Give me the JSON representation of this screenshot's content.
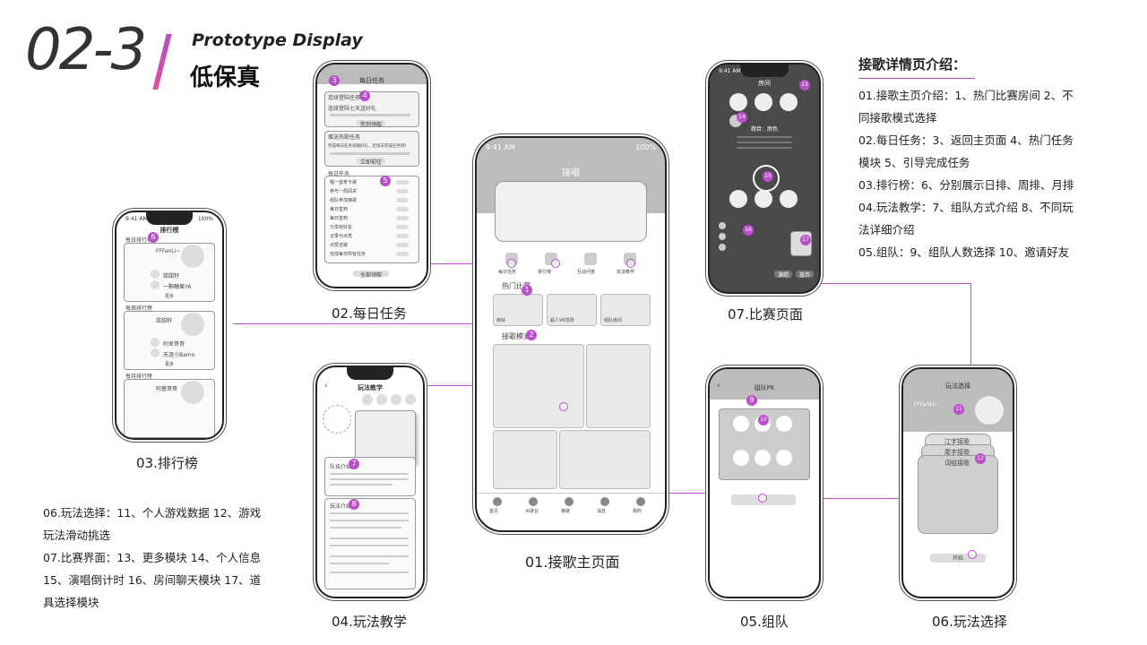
{
  "header": {
    "number": "02-3",
    "title_en": "Prototype Display",
    "title_cn": "低保真"
  },
  "captions": {
    "main": "01.接歌主页面",
    "daily": "02.每日任务",
    "rank": "03.排行榜",
    "tutorial": "04.玩法教学",
    "team": "05.组队",
    "select": "06.玩法选择",
    "match": "07.比赛页面"
  },
  "notes_right": {
    "title": "接歌详情页介绍：",
    "lines": [
      "01.接歌主页介绍：1、热门比赛房间 2、不",
      "同接歌模式选择",
      "02.每日任务：3、返回主页面 4、热门任务",
      "模块 5、引导完成任务",
      "03.排行榜：6、分别展示日排、周排、月排",
      "04.玩法教学：7、组队方式介绍 8、不同玩",
      "法详细介绍",
      "05.组队：9、组队人数选择 10、邀请好友"
    ]
  },
  "notes_left": {
    "lines": [
      "06.玩法选择：11、个人游戏数据 12、游戏",
      "玩法滑动挑选",
      "07.比赛界面：13、更多模块 14、个人信息",
      "15、演唱倒计时 16、房间聊天模块 17、道",
      "具选择模块"
    ]
  },
  "main_phone": {
    "time": "9:41 AM",
    "battery": "100%",
    "title": "接唱",
    "icons": [
      "每日任务",
      "排行榜",
      "互动问答",
      "玩法教学"
    ],
    "hot_label": "热门比赛",
    "rooms": [
      "房好",
      "超人VK现场",
      "组队房间"
    ],
    "mode_label": "接歌模式",
    "tabs": [
      "首页",
      "点歌台",
      "接歌",
      "消息",
      "我的"
    ]
  },
  "daily_phone": {
    "title": "每日任务",
    "task_header": "连续登陆任务",
    "task_desc": "连续登陆七天送好礼",
    "task_btn": "签到领取",
    "hot_header": "赠送热歌任务",
    "hot_desc": "完成每日任务领取好礼，赶快去完成任务吧！",
    "hot_btn": "立即前往",
    "list_title": "每日任务",
    "tasks": [
      "唱一首拿卡歌",
      "参与一局闯关",
      "组队参加接歌",
      "每日签到",
      "每日签到",
      "分享给好友",
      "记录与点亮",
      "点赞送歌",
      "完成每日所有任务"
    ],
    "footer_btn": "全部领取"
  },
  "rank_phone": {
    "time": "9:41 AM",
    "battery": "100%",
    "title": "排行榜",
    "sections": [
      "每日排行榜",
      "每周排行榜",
      "每月排行榜"
    ],
    "top_names": [
      "FFFanLi~",
      "甜甜籽",
      "阿基哥哥"
    ],
    "names": [
      "甜甜籽",
      "一颗糖果YA",
      "阿呆哥哥",
      "天涯小Bamo"
    ],
    "more": "更多"
  },
  "tutorial_phone": {
    "title": "玩法教学",
    "team_title": "队伍介绍",
    "mode_title": "玩法介绍"
  },
  "team_phone": {
    "title": "组队PK"
  },
  "select_phone": {
    "title": "玩法选择",
    "user": "FFFanLi~",
    "cards": [
      "江字接歌",
      "尾字接歌",
      "词组接歌"
    ],
    "start": "开始"
  },
  "match_phone": {
    "time": "9:41 AM",
    "title": "房间",
    "topic": "题目：颜色",
    "btn_a": "演唱",
    "btn_b": "放弃"
  },
  "badges": [
    "1",
    "2",
    "3",
    "4",
    "5",
    "6",
    "7",
    "8",
    "9",
    "10",
    "11",
    "12",
    "13",
    "14",
    "15",
    "16",
    "17"
  ],
  "colors": {
    "accent": "#b94fc9",
    "phone_gray": "#bdbcbc",
    "dark_screen": "#4a4a4a"
  }
}
